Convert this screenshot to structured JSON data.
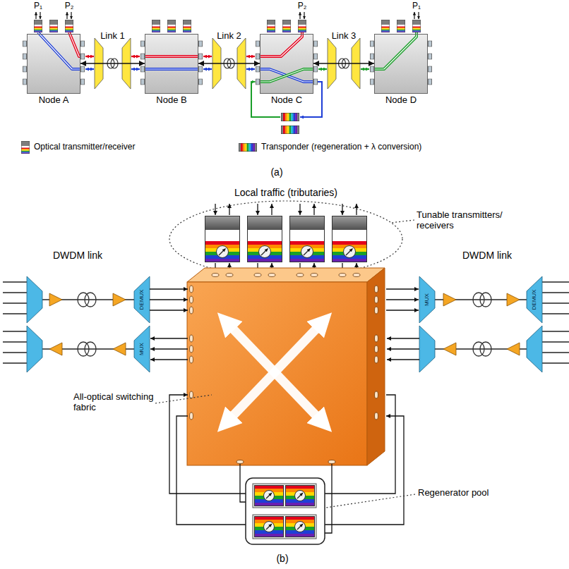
{
  "diagram": {
    "nodes": [
      {
        "text": [
          "Node A"
        ]
      },
      {
        "text": [
          "Node B"
        ]
      },
      {
        "text": [
          "Node C"
        ]
      },
      {
        "text": [
          "Node D"
        ]
      }
    ],
    "edges": [
      {
        "from": 0,
        "to": 1,
        "arrow": "both",
        "label": "Link 1"
      },
      {
        "from": 1,
        "to": 2,
        "arrow": "both",
        "label": "Link 2"
      },
      {
        "from": 2,
        "to": 3,
        "arrow": "both",
        "label": "Link 3"
      }
    ],
    "labels": [
      "P₁",
      "P₂",
      "P₂",
      "P₁",
      "(a)",
      "Local traffic (tributaries)",
      "Tunable transmitters/ receivers",
      "DWDM link",
      "DWDM link",
      "DEMUX",
      "MUX",
      "MUX",
      "DEMUX",
      "All-optical switching fabric",
      "Regenerator pool",
      "(b)"
    ],
    "legend": [
      {
        "text": "Optical transmitter/receiver"
      },
      {
        "text": "Transponder (regeneration + λ conversion)"
      }
    ]
  }
}
